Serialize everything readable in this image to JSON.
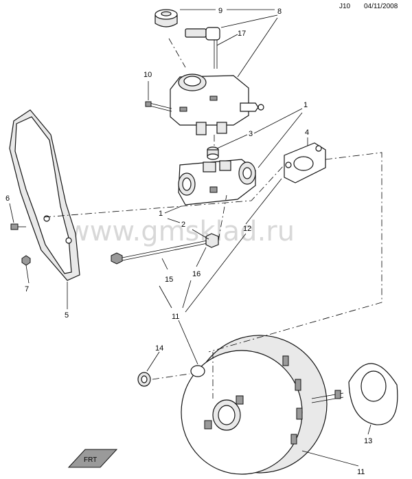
{
  "header": {
    "diagram_id": "J10",
    "date": "04/11/2008"
  },
  "watermark": "www.gmsklad.ru",
  "frt_label": "FRT",
  "callouts": {
    "c1a": "1",
    "c1b": "1",
    "c2": "2",
    "c3": "3",
    "c4": "4",
    "c5": "5",
    "c6": "6",
    "c7": "7",
    "c8": "8",
    "c9": "9",
    "c10": "10",
    "c11a": "11",
    "c11b": "11",
    "c12": "12",
    "c13": "13",
    "c14": "14",
    "c15": "15",
    "c16": "16",
    "c17": "17"
  }
}
